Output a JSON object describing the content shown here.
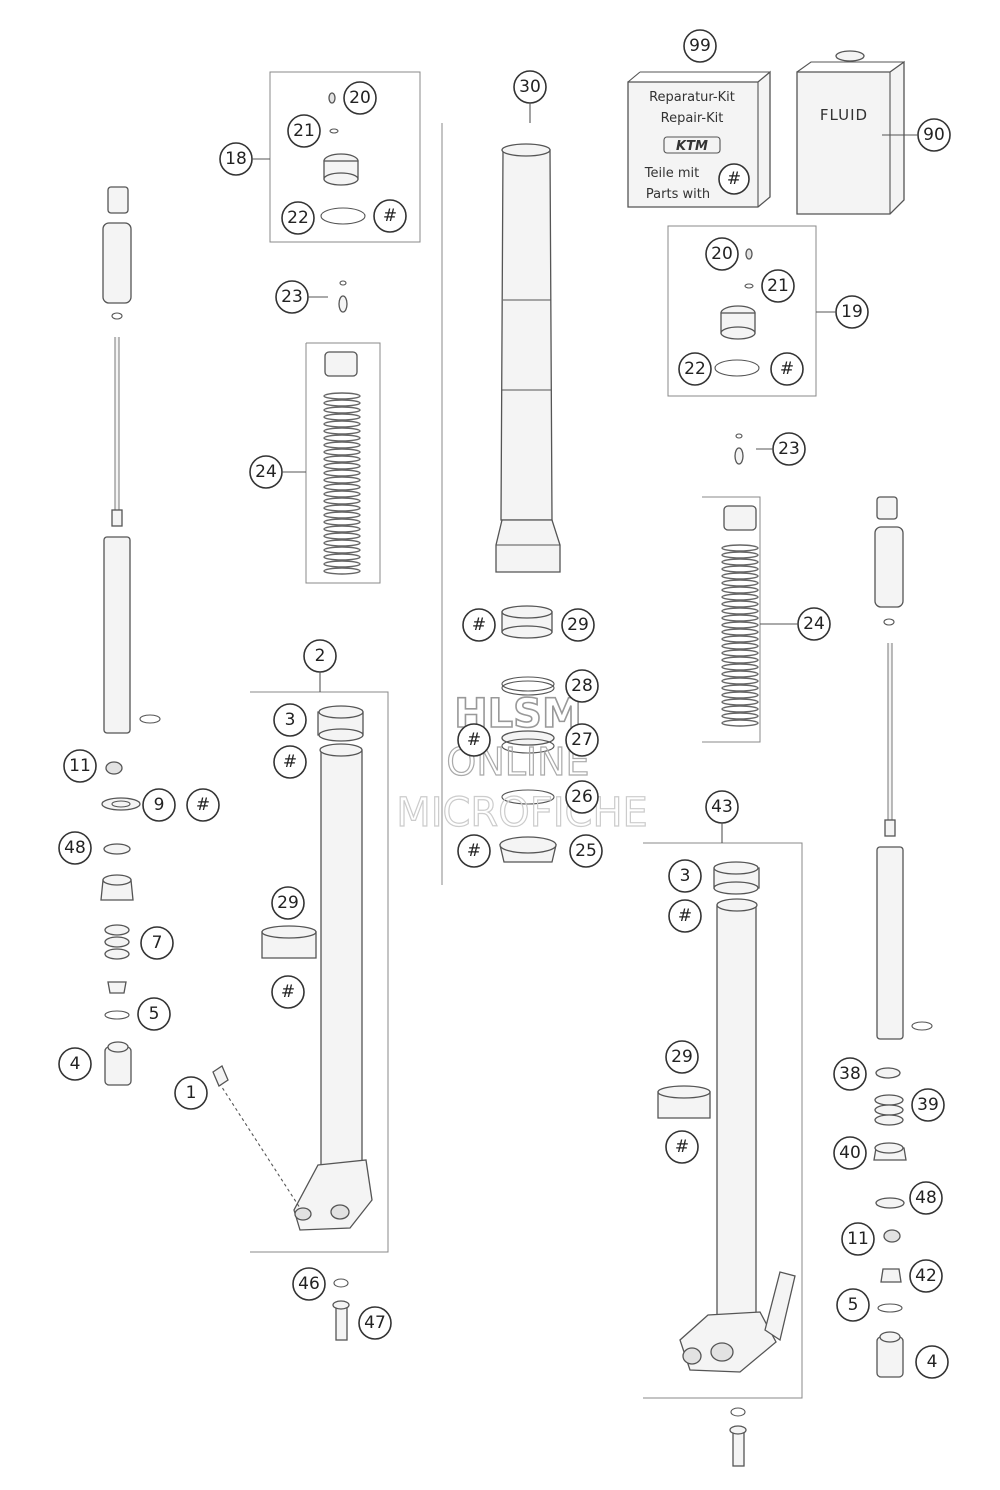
{
  "watermark": {
    "line1": "HLSM",
    "line2": "ONLINE",
    "line3": "MICROFICHE"
  },
  "repair_kit": {
    "line1": "Reparatur-Kit",
    "line2": "Repair-Kit",
    "line3": "Teile mit",
    "line4": "Parts with",
    "logo": "KTM"
  },
  "fluid": {
    "label": "FLUID"
  },
  "callouts": {
    "c99": "99",
    "c90": "90",
    "c30": "30",
    "c20a": "20",
    "c21a": "21",
    "c18": "18",
    "c22a": "22",
    "c23a": "23",
    "c24a": "24",
    "c20b": "20",
    "c21b": "21",
    "c19": "19",
    "c22b": "22",
    "c23b": "23",
    "c24b": "24",
    "c29a": "29",
    "c28": "28",
    "c27": "27",
    "c26": "26",
    "c25": "25",
    "c2": "2",
    "c3a": "3",
    "c29b": "29",
    "c1": "1",
    "c46": "46",
    "c47": "47",
    "c43": "43",
    "c3b": "3",
    "c29c": "29",
    "c11a": "11",
    "c9": "9",
    "c48a": "48",
    "c7": "7",
    "c5a": "5",
    "c4a": "4",
    "c38": "38",
    "c39": "39",
    "c40": "40",
    "c48b": "48",
    "c11b": "11",
    "c42": "42",
    "c5b": "5",
    "c4b": "4",
    "hash": "#"
  }
}
